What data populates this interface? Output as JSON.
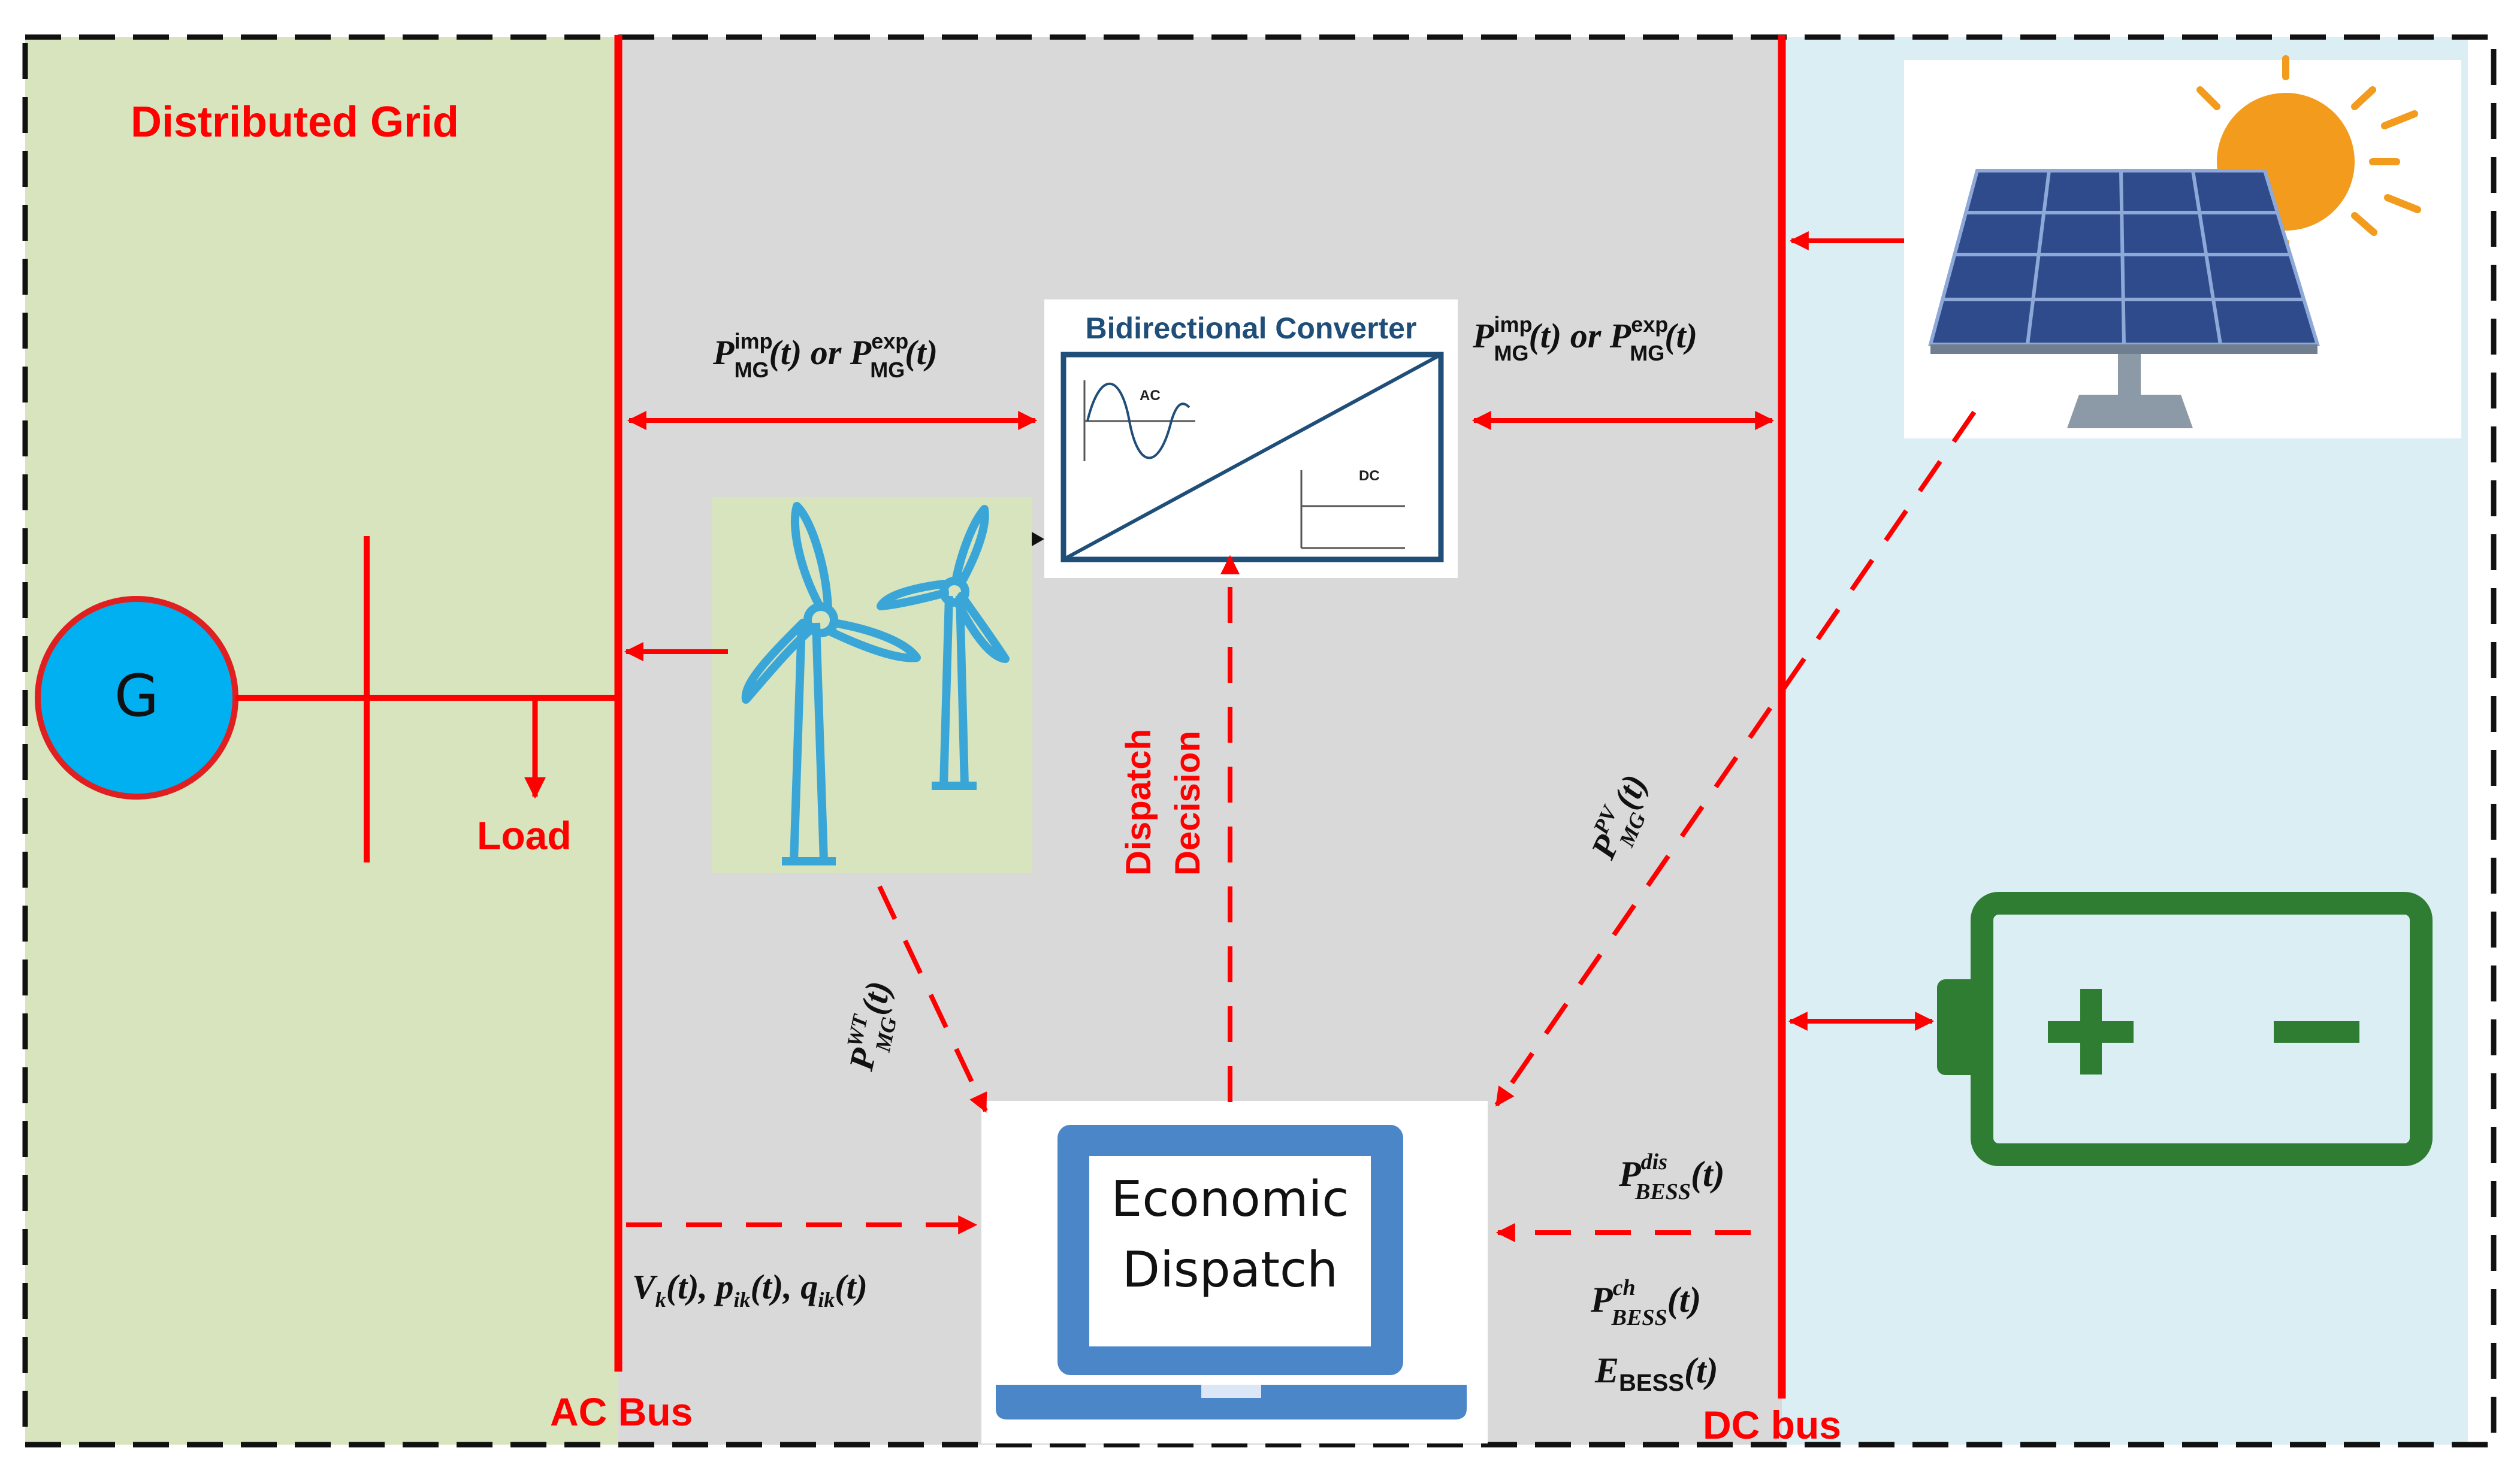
{
  "regions": {
    "grid_label": "Distributed Grid",
    "ac_bus_label": "AC Bus",
    "dc_bus_label": "DC bus",
    "load_label": "Load",
    "generator_symbol": "G"
  },
  "converter": {
    "title": "Bidirectional Converter",
    "ac_label": "AC",
    "dc_label": "DC"
  },
  "dispatch": {
    "line1": "Economic",
    "line2": "Dispatch",
    "decision_line1": "Dispatch",
    "decision_line2": "Decision"
  },
  "power_flows": {
    "left_exchange": {
      "p1": "P",
      "sub1": "MG",
      "sup1": "imp",
      "arg1": "(t) or ",
      "p2": "P",
      "sub2": "MG",
      "sup2": "exp",
      "arg2": "(t)"
    },
    "right_exchange": {
      "p1": "P",
      "sub1": "MG",
      "sup1": "imp",
      "arg1": "(t) or ",
      "p2": "P",
      "sub2": "MG",
      "sup2": "exp",
      "arg2": "(t)"
    },
    "wind": {
      "p": "P",
      "sub": "MG",
      "sup": "WT",
      "arg": "(t)"
    },
    "pv": {
      "p": "P",
      "sub": "MG",
      "sup": "PV",
      "arg": "(t)"
    },
    "grid_measurements": "V_k(t), p_ik(t), q_ik(t)",
    "grid_meas_parts": {
      "v": "V",
      "vk": "k",
      "t1": "(t), ",
      "p": "p",
      "pik": "ik",
      "t2": "(t), ",
      "q": "q",
      "qik": "ik",
      "t3": "(t)"
    },
    "bess_discharge": {
      "p": "P",
      "sub": "BESS",
      "sup": "dis",
      "arg": "(t)"
    },
    "bess_charge": {
      "p": "P",
      "sub": "BESS",
      "sup": "ch",
      "arg": "(t)"
    },
    "bess_energy": {
      "p": "E",
      "sub": "BESS",
      "arg": "(t)"
    }
  },
  "colors": {
    "grid_region": "#d7e4bd",
    "center_region": "#d9d9d9",
    "dc_region": "#dbeef4",
    "bus_red": "#ff0000",
    "generator_fill": "#00b0f0",
    "panel_blue": "#2f4b8c",
    "sun_orange": "#f29b1d",
    "battery_green": "#2e7d32",
    "wind_blue": "#3aa6d8",
    "laptop_blue": "#4a86c8",
    "converter_border": "#1f4e79"
  },
  "icons": [
    "generator-icon",
    "wind-turbine-icon",
    "solar-panel-icon",
    "sun-icon",
    "battery-icon",
    "laptop-icon",
    "converter-icon"
  ]
}
